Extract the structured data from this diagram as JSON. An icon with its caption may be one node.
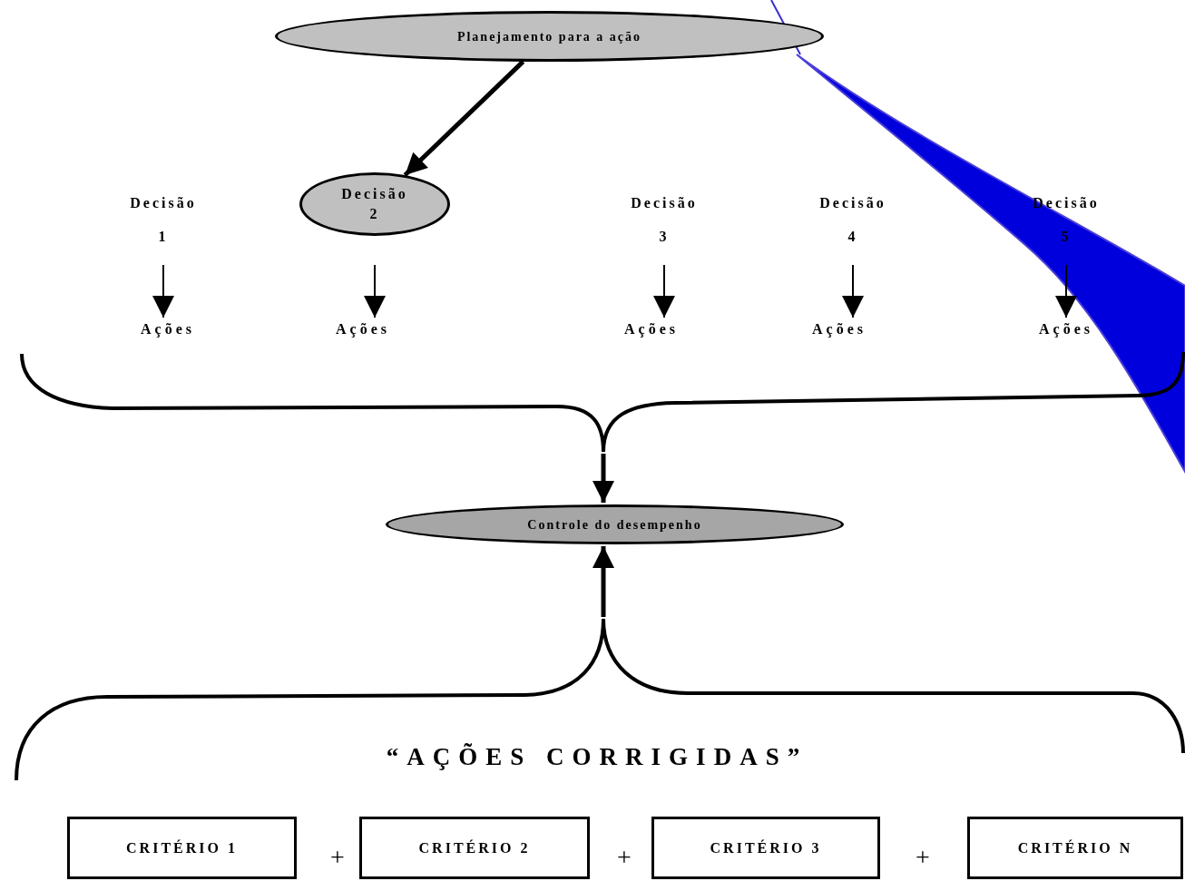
{
  "diagram": {
    "nodes": [
      {
        "text": [
          "Planejamento para a ação"
        ]
      },
      {
        "text": [
          "Decisão 1"
        ]
      },
      {
        "text": [
          "Decisão 2"
        ]
      },
      {
        "text": [
          "Decisão 3"
        ]
      },
      {
        "text": [
          "Decisão 4"
        ]
      },
      {
        "text": [
          "Decisão 5"
        ]
      },
      {
        "text": [
          "Ações"
        ]
      },
      {
        "text": [
          "Ações"
        ]
      },
      {
        "text": [
          "Ações"
        ]
      },
      {
        "text": [
          "Ações"
        ]
      },
      {
        "text": [
          "Ações"
        ]
      },
      {
        "text": [
          "Controle do desempenho"
        ]
      },
      {
        "text": [],
        "shape": "brace"
      },
      {
        "text": [],
        "shape": "brace"
      },
      {
        "text": [
          "CRITÉRIO 1"
        ]
      },
      {
        "text": [
          "CRITÉRIO 2"
        ]
      },
      {
        "text": [
          "CRITÉRIO 3"
        ]
      },
      {
        "text": [
          "CRITÉRIO N"
        ]
      }
    ],
    "edges": [
      {
        "from": 0,
        "to": 2,
        "arrow": "to",
        "style": "thick"
      },
      {
        "from": 1,
        "to": 6,
        "arrow": "to"
      },
      {
        "from": 2,
        "to": 7,
        "arrow": "to"
      },
      {
        "from": 3,
        "to": 8,
        "arrow": "to"
      },
      {
        "from": 4,
        "to": 9,
        "arrow": "to"
      },
      {
        "from": 5,
        "to": 10,
        "arrow": "to"
      },
      {
        "from": 12,
        "to": 11,
        "arrow": "to",
        "style": "thick"
      },
      {
        "from": 13,
        "to": 11,
        "arrow": "to",
        "style": "thick"
      }
    ],
    "labels": [
      "“AÇÕES CORRIGIDAS”",
      "+",
      "+",
      "+"
    ]
  }
}
